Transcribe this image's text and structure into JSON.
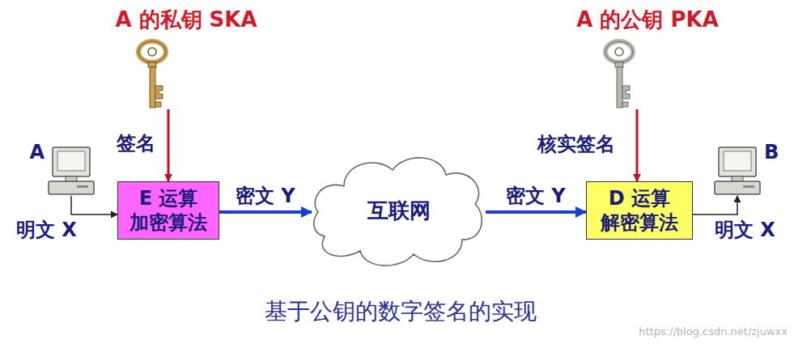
{
  "diagram": {
    "caption": "基于公钥的数字签名的实现",
    "nodes": [
      {
        "text": [
          "A 的私钥 SKA"
        ]
      },
      {
        "text": [
          "A 的公钥 PKA"
        ]
      },
      {
        "text": [
          "A"
        ]
      },
      {
        "text": [
          "E 运算",
          "加密算法"
        ]
      },
      {
        "text": [
          "互联网"
        ]
      },
      {
        "text": [
          "D 运算",
          "解密算法"
        ]
      },
      {
        "text": [
          "B"
        ]
      }
    ],
    "edges": [
      {
        "from": 0,
        "to": 3,
        "label": "签名",
        "arrow": "to"
      },
      {
        "from": 1,
        "to": 5,
        "label": "核实签名",
        "arrow": "to"
      },
      {
        "from": 2,
        "to": 3,
        "label": "明文 X",
        "arrow": "to"
      },
      {
        "from": 3,
        "to": 4,
        "label": "密文 Y",
        "arrow": "to"
      },
      {
        "from": 4,
        "to": 5,
        "label": "密文 Y",
        "arrow": "to"
      },
      {
        "from": 5,
        "to": 6,
        "label": "明文 X",
        "arrow": "to"
      }
    ],
    "labels": [
      "https://blog.csdn.net/zjuwxx"
    ]
  }
}
